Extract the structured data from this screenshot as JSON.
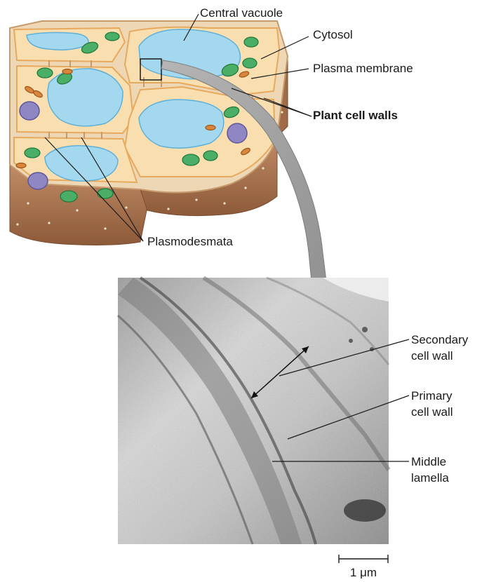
{
  "labels": {
    "central_vacuole": "Central vacuole",
    "cytosol": "Cytosol",
    "plasma_membrane": "Plasma membrane",
    "plant_cell_walls": "Plant cell walls",
    "plasmodesmata": "Plasmodesmata",
    "secondary_cell_wall": [
      "Secondary",
      "cell wall"
    ],
    "primary_cell_wall": [
      "Primary",
      "cell wall"
    ],
    "middle_lamella": [
      "Middle",
      "lamella"
    ]
  },
  "scale_bar": {
    "label": "1 μm"
  },
  "colors": {
    "cell_wall_side": "#b07a55",
    "cytoplasm": "#f8dcab",
    "membrane": "#e9b16a",
    "vacuole": "#9fd7ef",
    "chloroplast": "#3ea05a",
    "nucleus": "#8f86c4",
    "mitochondrion": "#d7843b",
    "arrow": "#9d9d9d"
  }
}
